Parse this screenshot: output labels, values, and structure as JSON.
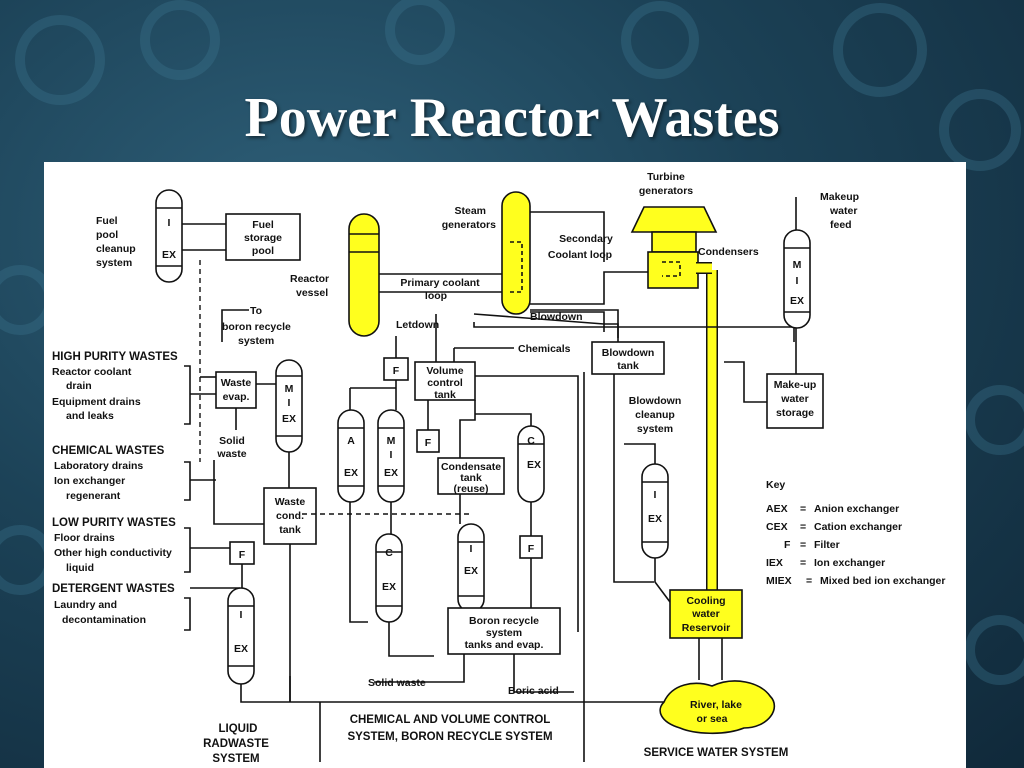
{
  "slide": {
    "title": "Power Reactor Wastes"
  },
  "diagram": {
    "labels": {
      "fuel_pool_cleanup_system": [
        "Fuel",
        "pool",
        "cleanup",
        "system"
      ],
      "fuel_storage_pool": [
        "Fuel",
        "storage",
        "pool"
      ],
      "reactor_vessel": [
        "Reactor",
        "vessel"
      ],
      "steam_generators": [
        "Steam",
        "generators"
      ],
      "turbine_generators": [
        "Turbine",
        "generators"
      ],
      "makeup_water_feed": [
        "Makeup",
        "water",
        "feed"
      ],
      "secondary_coolant_loop": [
        "Secondary",
        "Coolant loop"
      ],
      "condensers": "Condensers",
      "primary_coolant_loop": [
        "Primary coolant",
        "loop"
      ],
      "blowdown": "Blowdown",
      "letdown": "Letdown",
      "chemicals": "Chemicals",
      "to_boron_recycle_system": [
        "To",
        "boron recycle",
        "system"
      ],
      "volume_control_tank": [
        "Volume",
        "control",
        "tank"
      ],
      "blowdown_tank": [
        "Blowdown",
        "tank"
      ],
      "blowdown_cleanup_system": [
        "Blowdown",
        "cleanup",
        "system"
      ],
      "makeup_water_storage": [
        "Make-up",
        "water",
        "storage"
      ],
      "waste_evap": [
        "Waste",
        "evap."
      ],
      "solid_waste_upper": [
        "Solid",
        "waste"
      ],
      "condensate_tank": [
        "Condensate",
        "tank",
        "(reuse)"
      ],
      "waste_cond_tank": [
        "Waste",
        "cond.",
        "tank"
      ],
      "boron_recycle_tanks": [
        "Boron recycle",
        "system",
        "tanks and evap."
      ],
      "cooling_water_reservoir": [
        "Cooling",
        "water",
        "Reservoir"
      ],
      "river_lake_sea": [
        "River, lake",
        "or sea"
      ],
      "solid_waste_lower": "Solid waste",
      "boric_acid": "Boric acid",
      "liquid_radwaste_system": [
        "LIQUID",
        "RADWASTE",
        "SYSTEM"
      ],
      "cvcs_system": [
        "CHEMICAL AND VOLUME CONTROL",
        "SYSTEM, BORON RECYCLE SYSTEM"
      ],
      "service_water_system": "SERVICE WATER SYSTEM"
    },
    "waste_categories": [
      {
        "title": "HIGH PURITY WASTES",
        "items": [
          "Reactor coolant",
          "drain",
          "Equipment drains",
          "and leaks"
        ]
      },
      {
        "title": "CHEMICAL WASTES",
        "items": [
          "Laboratory drains",
          "Ion exchanger",
          "regenerant"
        ]
      },
      {
        "title": "LOW PURITY WASTES",
        "items": [
          "Floor drains",
          "Other high conductivity",
          "liquid"
        ]
      },
      {
        "title": "DETERGENT WASTES",
        "items": [
          "Laundry and",
          "decontamination"
        ]
      }
    ],
    "exchangers": {
      "iex": [
        "I",
        "EX"
      ],
      "miex": [
        "M",
        "I",
        "EX"
      ],
      "aex": [
        "A",
        "EX"
      ],
      "cex": [
        "C",
        "EX"
      ],
      "filter": "F"
    },
    "key": {
      "title": "Key",
      "entries": [
        {
          "abbr": "AEX",
          "meaning": "Anion exchanger"
        },
        {
          "abbr": "CEX",
          "meaning": "Cation exchanger"
        },
        {
          "abbr": "F",
          "meaning": "Filter"
        },
        {
          "abbr": "IEX",
          "meaning": "Ion exchanger"
        },
        {
          "abbr": "MIEX",
          "meaning": "Mixed bed ion exchanger"
        }
      ]
    },
    "colors": {
      "highlight": "#ffff1e",
      "line": "#111111",
      "background": "#ffffff"
    }
  }
}
